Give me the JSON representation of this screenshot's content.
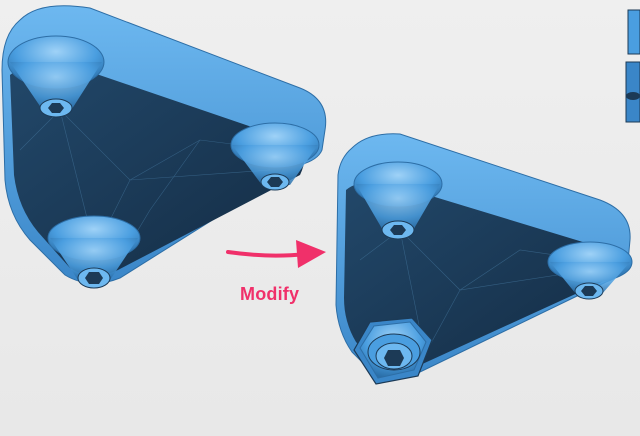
{
  "scene": {
    "annotation_label": "Modify",
    "accent_color": "#f0306a",
    "part_color": "#4a9ee0",
    "part_dark_color": "#1c3a56",
    "background_color": "#ececec",
    "original_part": "3d-triangular-mount-plate-original",
    "modified_part": "3d-triangular-mount-plate-modified-with-hex-nut",
    "arrow": "right-arrow-icon"
  }
}
